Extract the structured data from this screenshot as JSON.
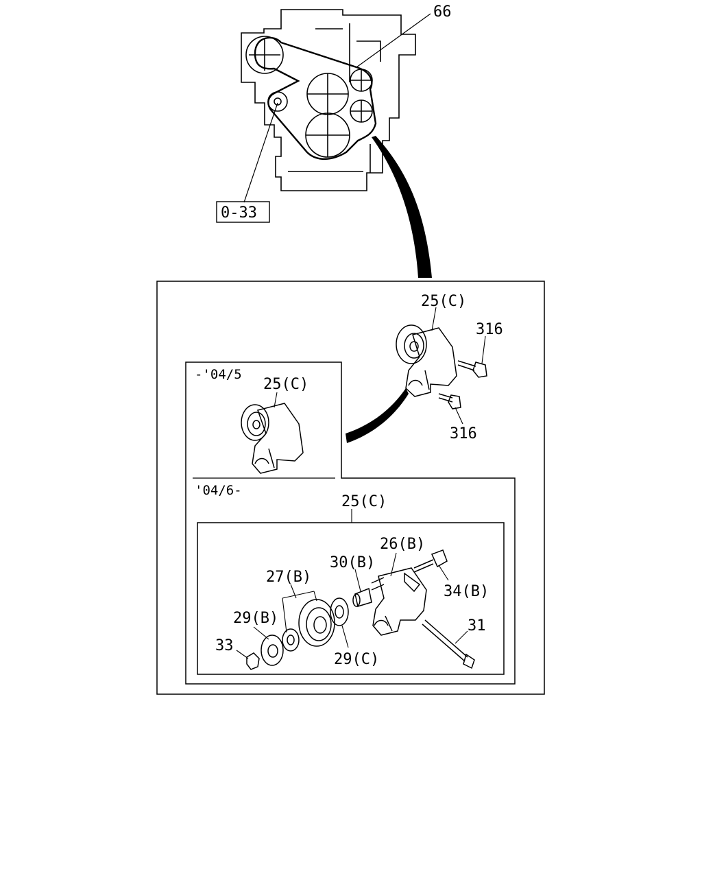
{
  "engine": {
    "callout_belt": "66",
    "ref_box": "0-33"
  },
  "detail": {
    "top_unit_label": "25(C)",
    "bolt_upper": "316",
    "bolt_lower": "316",
    "early": {
      "range": "-'04/5",
      "unit_label": "25(C)"
    },
    "late": {
      "range": "'04/6-",
      "assembly_label": "25(C)",
      "parts": {
        "p26": "26(B)",
        "p30": "30(B)",
        "p27": "27(B)",
        "p34": "34(B)",
        "p29b": "29(B)",
        "p31": "31",
        "p33": "33",
        "p29c": "29(C)"
      }
    }
  }
}
